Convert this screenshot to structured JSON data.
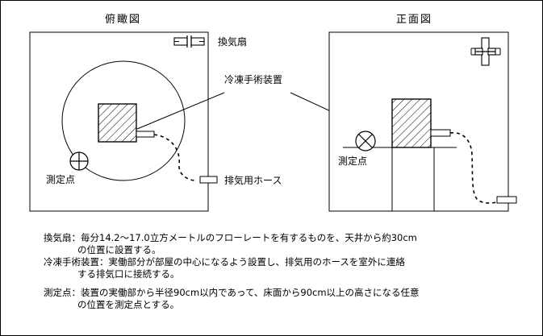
{
  "figure": {
    "panels": [
      {
        "id": "top-view",
        "title": "俯瞰図",
        "labels": {
          "fan": "換気扇",
          "measurement_point": "測定点",
          "hose": "排気用ホース"
        }
      },
      {
        "id": "front-view",
        "title": "正面図",
        "labels": {
          "measurement_point": "測定点"
        }
      }
    ],
    "shared_labels": {
      "device": "冷凍手術装置"
    },
    "icons": {
      "fan_top": "ventilation-fan-plan-icon",
      "fan_front": "ventilation-fan-elevation-icon",
      "device_box": "cryosurgery-device-icon",
      "measure_point": "measurement-point-crosshair-icon",
      "exhaust_port": "exhaust-port-icon",
      "hose": "exhaust-hose-dashed-path"
    },
    "colors": {
      "line": "#000000",
      "background": "#ffffff"
    }
  },
  "notes": [
    {
      "term": "換気扇",
      "lines": [
        "換気扇：毎分14.2～17.0立方メートルのフローレートを有するものを、天井から約30cm",
        "の位置に設置する。"
      ]
    },
    {
      "term": "冷凍手術装置",
      "lines": [
        "冷凍手術装置：実働部分が部屋の中心になるよう設置し、排気用のホースを室外に連絡",
        "する排気口に接続する。"
      ]
    },
    {
      "term": "測定点",
      "lines": [
        "測定点：装置の実働部から半径90cm以内であって、床面から90cm以上の高さになる任意",
        "の位置を測定点とする。"
      ]
    }
  ]
}
